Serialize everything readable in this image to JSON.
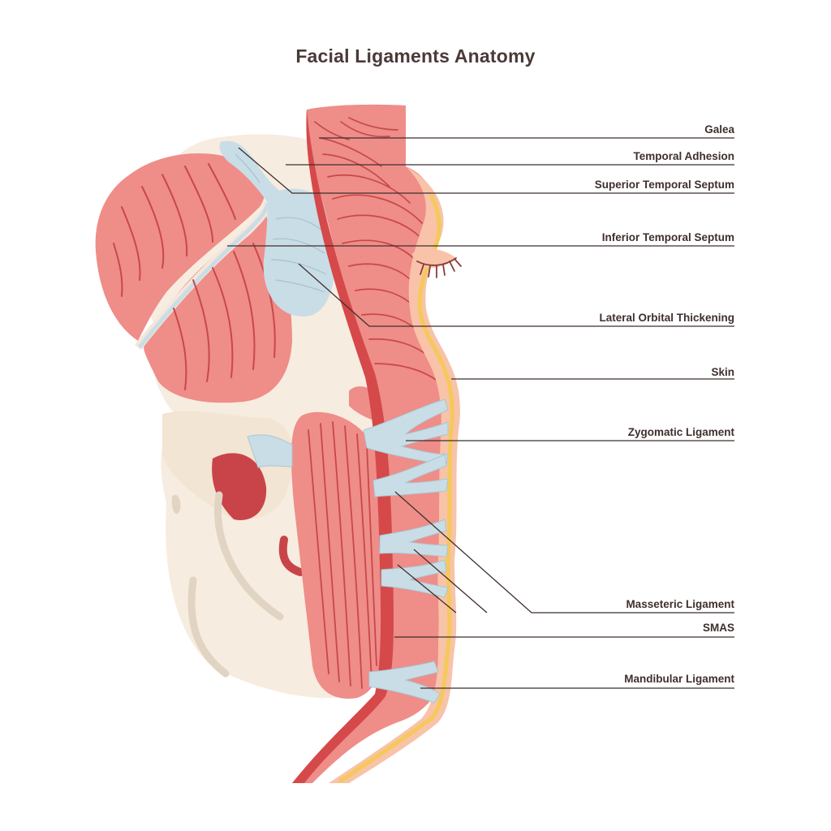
{
  "title": "Facial Ligaments Anatomy",
  "labels": [
    {
      "id": "galea",
      "text": "Galea"
    },
    {
      "id": "temporal-adhesion",
      "text": "Temporal Adhesion"
    },
    {
      "id": "superior-temporal-septum",
      "text": "Superior Temporal Septum"
    },
    {
      "id": "inferior-temporal-septum",
      "text": "Inferior Temporal Septum"
    },
    {
      "id": "lateral-orbital-thickening",
      "text": "Lateral Orbital Thickening"
    },
    {
      "id": "skin",
      "text": "Skin"
    },
    {
      "id": "zygomatic-ligament",
      "text": "Zygomatic Ligament"
    },
    {
      "id": "masseteric-ligament",
      "text": "Masseteric Ligament"
    },
    {
      "id": "smas",
      "text": "SMAS"
    },
    {
      "id": "mandibular-ligament",
      "text": "Mandibular Ligament"
    }
  ],
  "colors": {
    "muscle": "#ef8d88",
    "muscle_light": "#f4a5a0",
    "muscle_dark": "#d5494b",
    "muscle_line": "#c8484a",
    "ligament": "#c9dde6",
    "bone": "#f7ece0",
    "bone_shadow": "#e2d4c2",
    "skin": "#f8c3a8",
    "fat": "#f5c95a",
    "text": "#3f2f2e"
  }
}
